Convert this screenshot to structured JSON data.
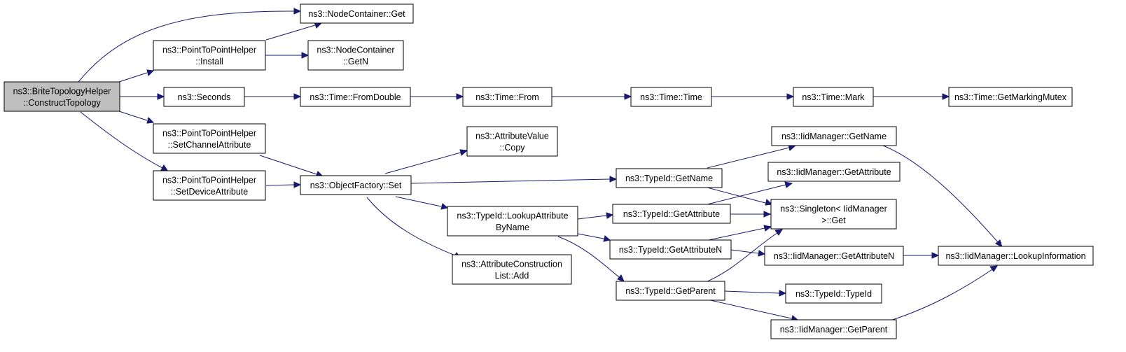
{
  "nodes": {
    "root": [
      "ns3::BriteTopologyHelper",
      "::ConstructTopology"
    ],
    "nc_get": [
      "ns3::NodeContainer::Get"
    ],
    "p2p_install": [
      "ns3::PointToPointHelper",
      "::Install"
    ],
    "nc_getn": [
      "ns3::NodeContainer",
      "::GetN"
    ],
    "seconds": [
      "ns3::Seconds"
    ],
    "fromdouble": [
      "ns3::Time::FromDouble"
    ],
    "from": [
      "ns3::Time::From"
    ],
    "time": [
      "ns3::Time::Time"
    ],
    "mark": [
      "ns3::Time::Mark"
    ],
    "mutex": [
      "ns3::Time::GetMarkingMutex"
    ],
    "p2p_chan": [
      "ns3::PointToPointHelper",
      "::SetChannelAttribute"
    ],
    "p2p_dev": [
      "ns3::PointToPointHelper",
      "::SetDeviceAttribute"
    ],
    "of_set": [
      "ns3::ObjectFactory::Set"
    ],
    "av_copy": [
      "ns3::AttributeValue",
      "::Copy"
    ],
    "lookup": [
      "ns3::TypeId::LookupAttribute",
      "ByName"
    ],
    "acl_add": [
      "ns3::AttributeConstruction",
      "List::Add"
    ],
    "tid_getname": [
      "ns3::TypeId::GetName"
    ],
    "tid_getattr": [
      "ns3::TypeId::GetAttribute"
    ],
    "tid_getattrn": [
      "ns3::TypeId::GetAttributeN"
    ],
    "tid_getparent": [
      "ns3::TypeId::GetParent"
    ],
    "iid_getname": [
      "ns3::IidManager::GetName"
    ],
    "iid_getattr": [
      "ns3::IidManager::GetAttribute"
    ],
    "singleton": [
      "ns3::Singleton< IidManager",
      ">::Get"
    ],
    "iid_getattrn": [
      "ns3::IidManager::GetAttributeN"
    ],
    "tid_typeid": [
      "ns3::TypeId::TypeId"
    ],
    "iid_getparent": [
      "ns3::IidManager::GetParent"
    ],
    "iid_lookup": [
      "ns3::IidManager::LookupInformation"
    ]
  },
  "colors": {
    "edge": "#191970",
    "root_fill": "#bfbfbf",
    "node_fill": "#ffffff",
    "border": "#000000"
  }
}
